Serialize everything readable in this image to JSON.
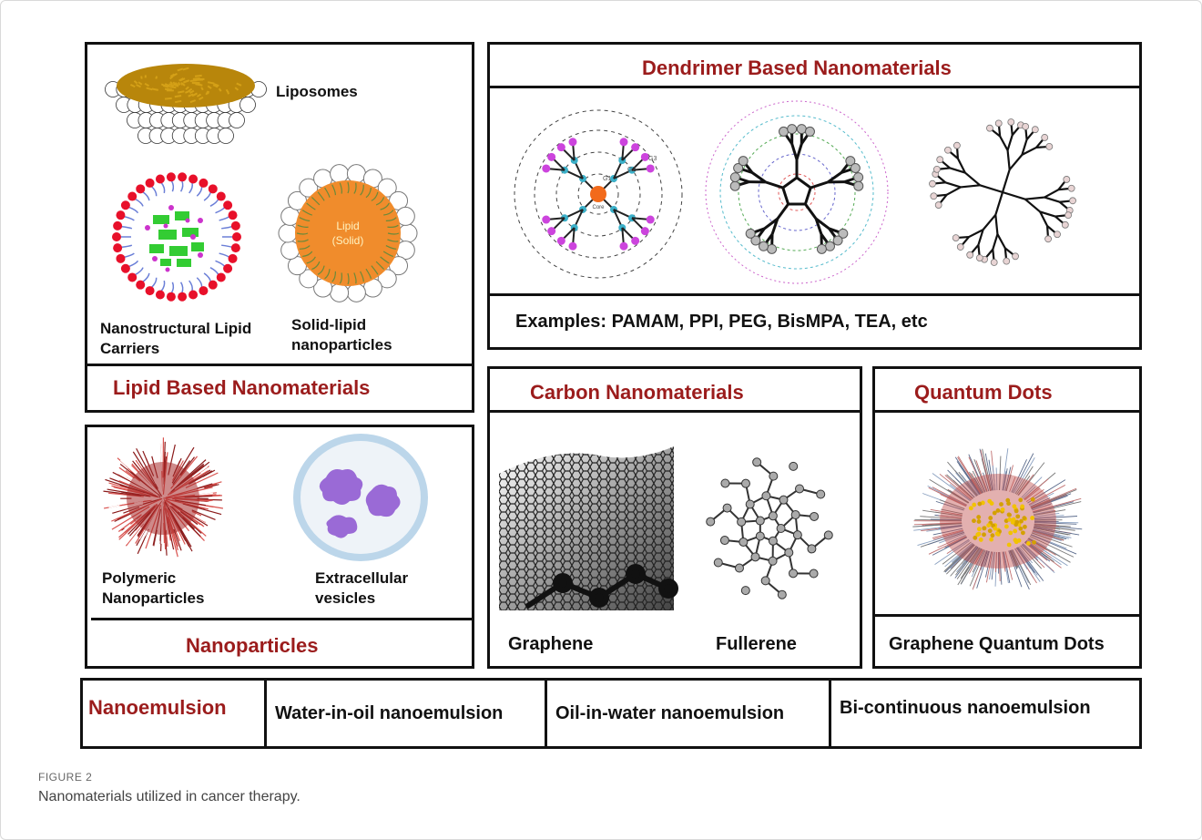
{
  "lipid": {
    "title": "Lipid Based Nanomaterials",
    "liposomes": "Liposomes",
    "nlc": "Nanostructural Lipid Carriers",
    "sln": "Solid-lipid nanoparticles",
    "sln_core": "Lipid (Solid)"
  },
  "dendrimer": {
    "title": "Dendrimer Based Nanomaterials",
    "examples": "Examples: PAMAM, PPI, PEG, BisMPA, TEA, etc",
    "core_label": "Core",
    "gen_labels": [
      "G1",
      "G2",
      "G3"
    ]
  },
  "nanoparticles": {
    "title": "Nanoparticles",
    "polymeric": "Polymeric Nanoparticles",
    "ev": "Extracellular vesicles"
  },
  "carbon": {
    "title": "Carbon Nanomaterials",
    "graphene": "Graphene",
    "fullerene": "Fullerene"
  },
  "qd": {
    "title": "Quantum Dots",
    "gqd": "Graphene Quantum Dots"
  },
  "nanoemulsion": {
    "title": "Nanoemulsion",
    "types": [
      "Water-in-oil nanoemulsion",
      "Oil-in-water nanoemulsion",
      "Bi-continuous nanoemulsion"
    ]
  },
  "caption": {
    "label": "FIGURE 2",
    "text": "Nanomaterials utilized in cancer therapy."
  },
  "colors": {
    "title_red": "#9b1c1c",
    "lipid_tail": "#d4a017",
    "nlc_head": "#e8102a",
    "nlc_tail": "#6b7fd7",
    "nlc_payload": "#33cc33",
    "nlc_dot": "#cc33cc",
    "sln_core": "#f08c2c",
    "dendrimer_node": "#3bb0c9",
    "dendrimer_tip": "#cc44dd",
    "dendrimer_core": "#f26a1b",
    "vesicle_cargo": "#9a6ad6"
  }
}
